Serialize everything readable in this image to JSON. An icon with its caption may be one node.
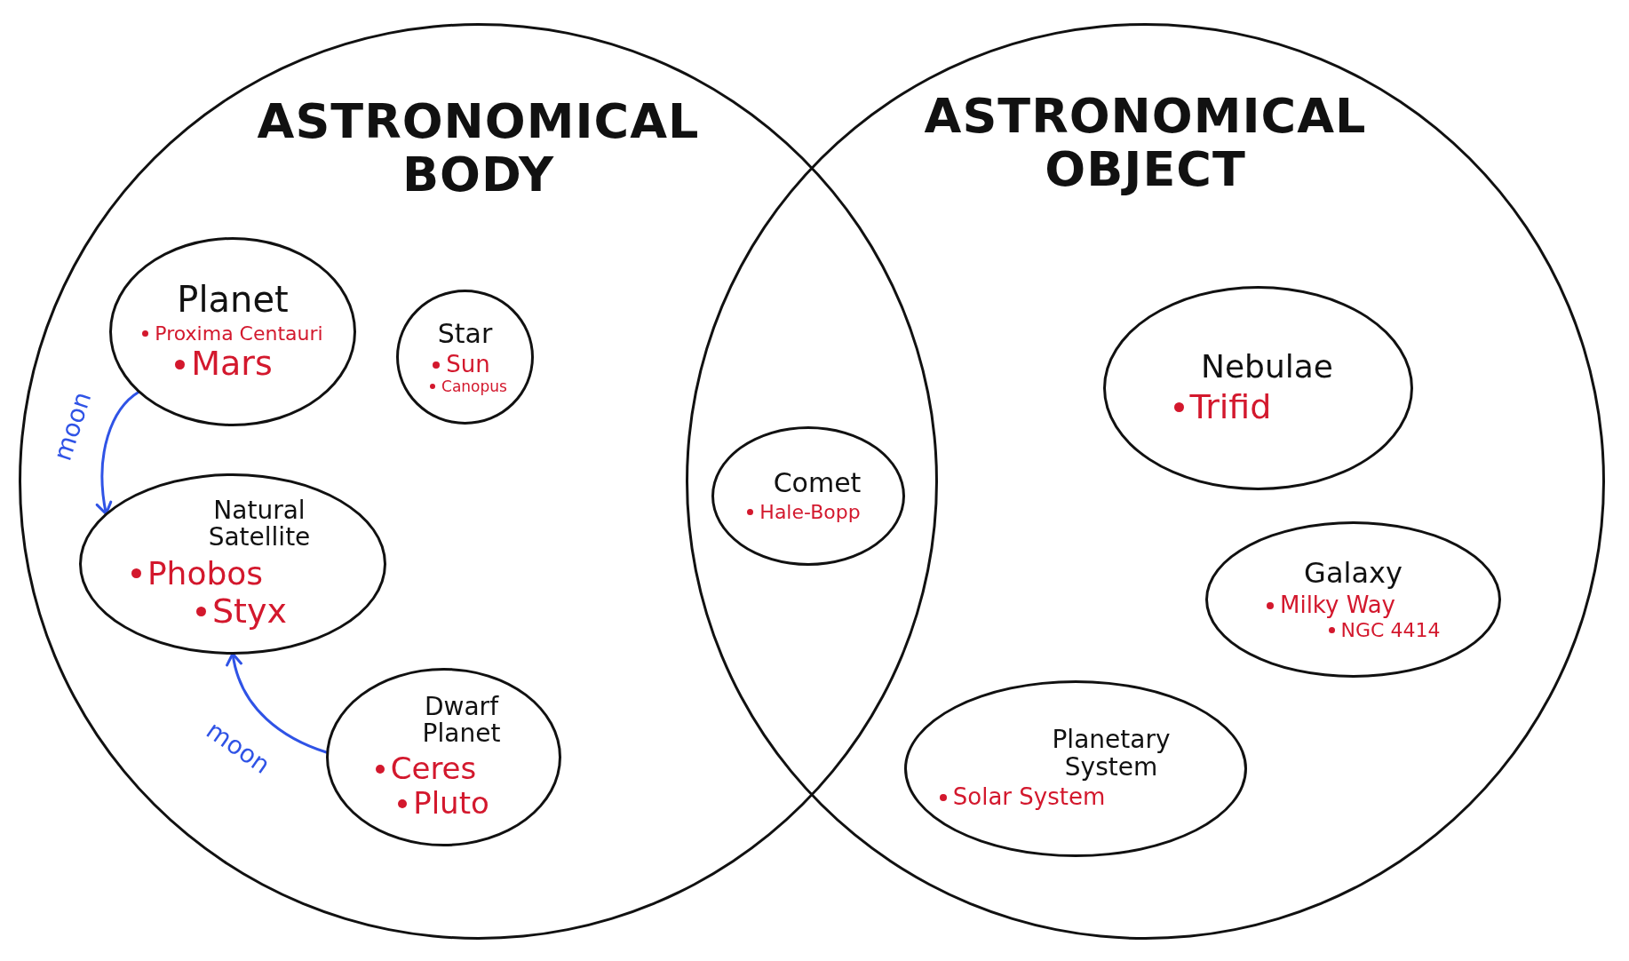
{
  "diagram": {
    "nodes": [
      {
        "text": [
          "ASTRONOMICAL BODY"
        ]
      },
      {
        "text": [
          "ASTRONOMICAL OBJECT"
        ]
      },
      {
        "text": [
          "Planet",
          "Proxima Centauri",
          "Mars"
        ],
        "in": 0
      },
      {
        "text": [
          "Star",
          "Sun",
          "Canopus"
        ],
        "in": 0
      },
      {
        "text": [
          "Natural Satellite",
          "Phobos",
          "Styx"
        ],
        "in": 0
      },
      {
        "text": [
          "Dwarf Planet",
          "Ceres",
          "Pluto"
        ],
        "in": 0
      },
      {
        "text": [
          "Comet",
          "Hale-Bopp"
        ]
      },
      {
        "text": [
          "Nebulae",
          "Trifid"
        ],
        "in": 1
      },
      {
        "text": [
          "Galaxy",
          "Milky Way",
          "NGC 4414"
        ],
        "in": 1
      },
      {
        "text": [
          "Planetary System",
          "Solar System"
        ],
        "in": 1
      }
    ],
    "edges": [
      {
        "from": 2,
        "to": 4,
        "arrow": "to",
        "label": "moon",
        "color": "#2f53e6"
      },
      {
        "from": 5,
        "to": 4,
        "arrow": "to",
        "label": "moon",
        "color": "#2f53e6"
      }
    ]
  }
}
